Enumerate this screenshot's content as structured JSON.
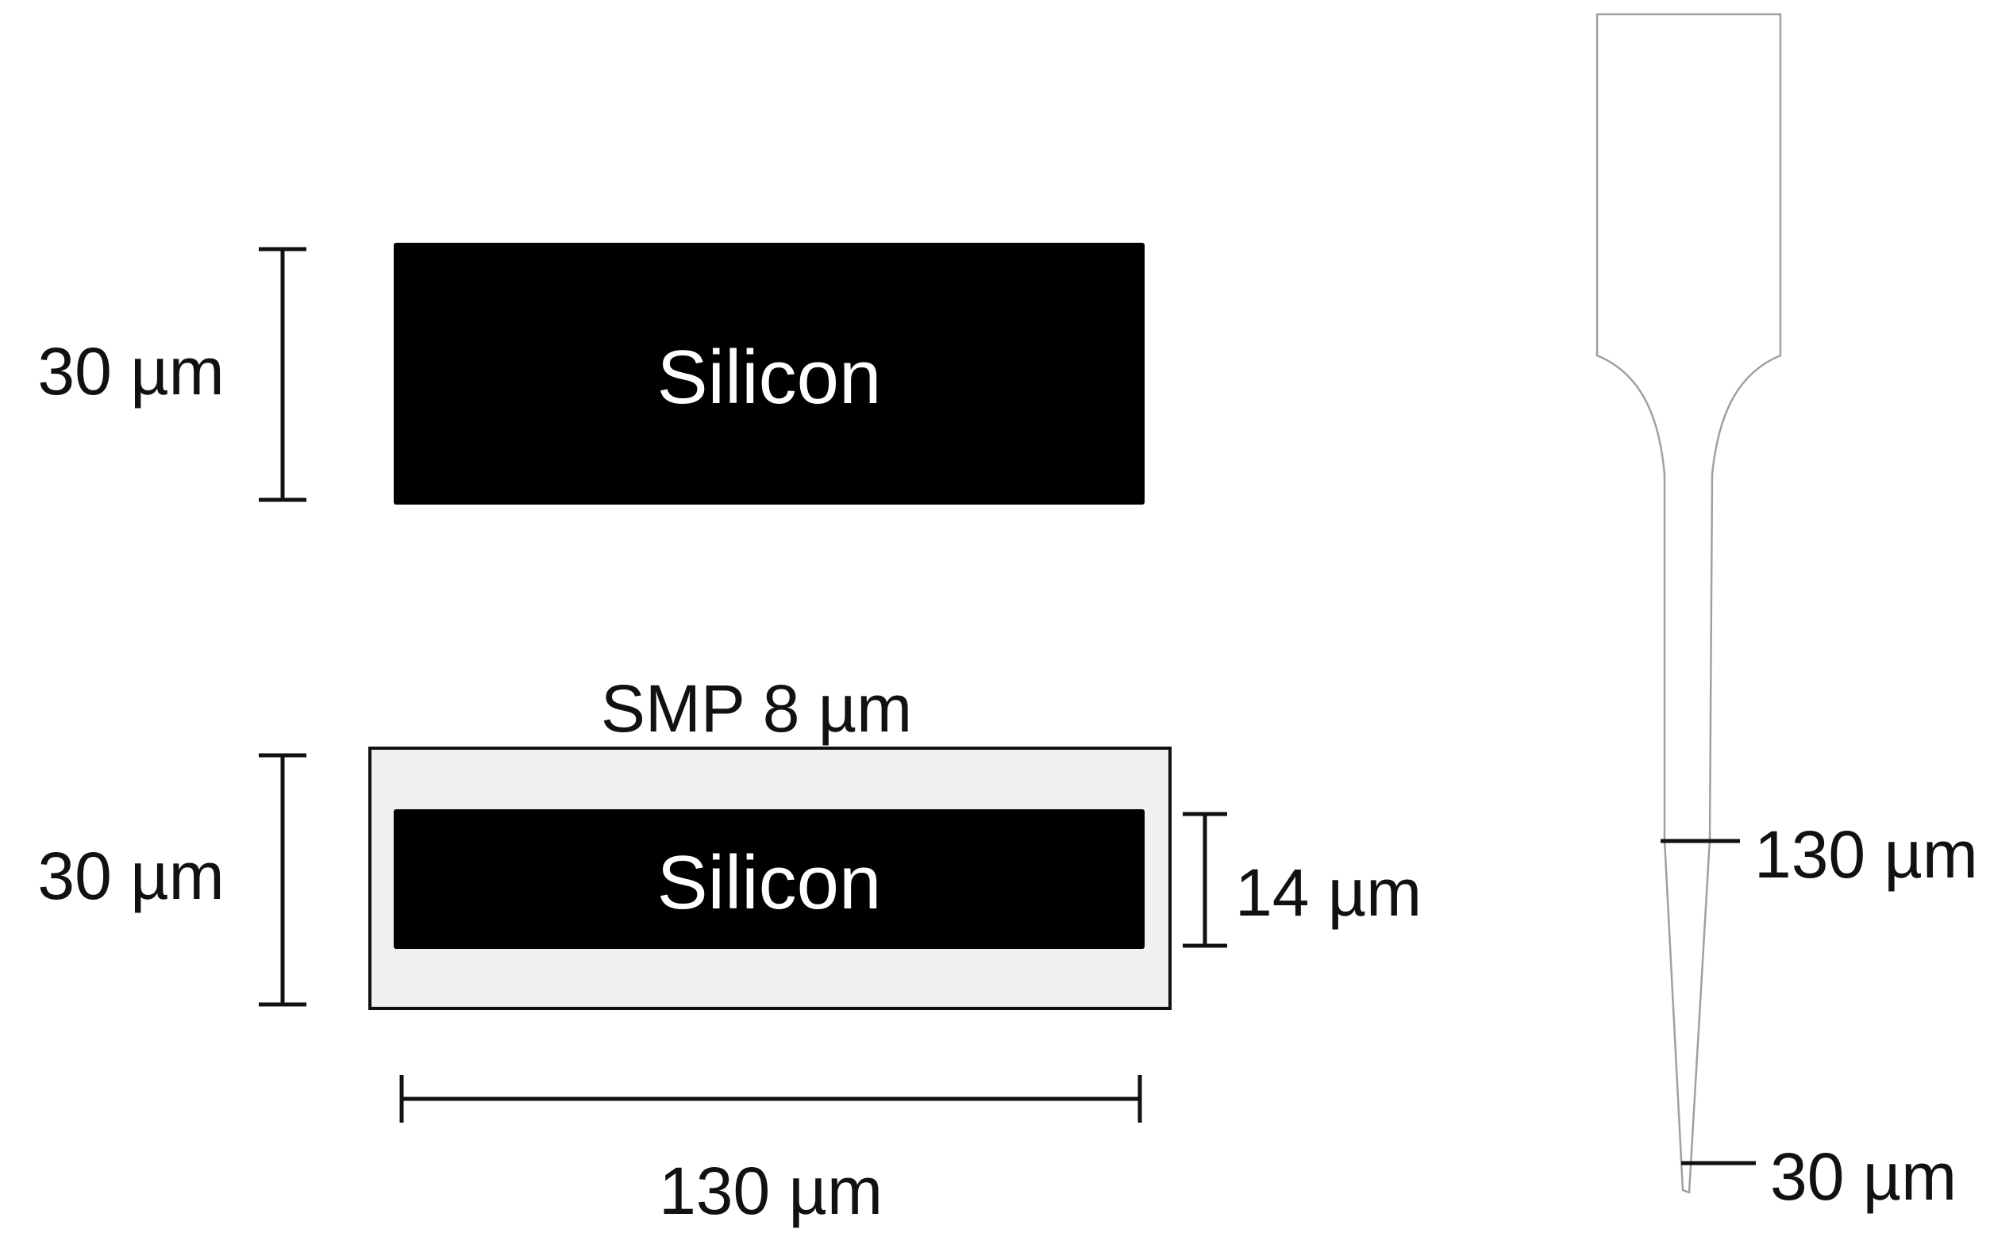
{
  "colors": {
    "silicon": "#000000",
    "smp_coating": "#f0f0f0",
    "outline": "#111111",
    "probe_outline": "#a0a0a0",
    "label_on_dark": "#ffffff"
  },
  "bare_cross_section": {
    "material_label": "Silicon",
    "height_label": "30 µm"
  },
  "coated_cross_section": {
    "coating_label": "SMP 8 µm",
    "material_label": "Silicon",
    "total_height_label": "30 µm",
    "core_height_label": "14 µm",
    "width_label": "130 µm"
  },
  "probe_outline": {
    "shank_width_label": "130 µm",
    "tip_width_label": "30 µm"
  }
}
